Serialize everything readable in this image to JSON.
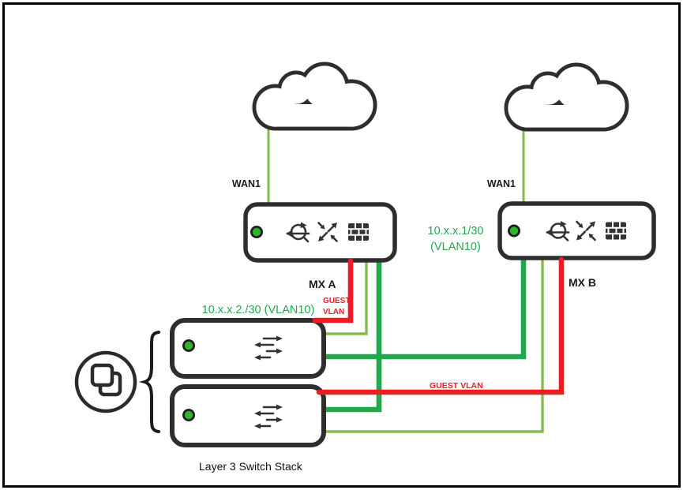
{
  "colors": {
    "line_red": "#ED1C24",
    "line_green_dark": "#1FA84C",
    "line_green_light": "#85BC4F",
    "led_green": "#2DB52E",
    "device_outline": "#2E2E2E",
    "icon_dark": "#333333",
    "label_green": "#23A852",
    "label_red": "#ED1C24",
    "label_black": "#1A1A1A"
  },
  "internet": {
    "cloud_a": "internet-cloud",
    "cloud_b": "internet-cloud"
  },
  "links": {
    "wan_a_label": "WAN1",
    "wan_b_label": "WAN1",
    "vlan10_right_line1": "10.x.x.1/30",
    "vlan10_right_line2": "(VLAN10)",
    "vlan10_left": "10.x.x.2./30 (VLAN10)",
    "guest_vlan_a_line1": "GUEST",
    "guest_vlan_a_line2": "VLAN",
    "guest_vlan_b": "GUEST VLAN"
  },
  "devices": {
    "mx_a_label": "MX A",
    "mx_b_label": "MX B",
    "stack_caption": "Layer 3 Switch Stack",
    "icon_names": [
      "routing-icon",
      "traffic-crossing-icon",
      "firewall-icon",
      "switch-ports-icon",
      "stack-icon",
      "status-led"
    ]
  }
}
